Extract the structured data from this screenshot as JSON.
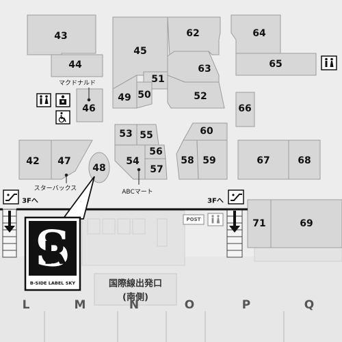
{
  "shops": {
    "s42": "42",
    "s43": "43",
    "s44": "44",
    "s45": "45",
    "s46": "46",
    "s47": "47",
    "s48": "48",
    "s49": "49",
    "s50": "50",
    "s51": "51",
    "s52": "52",
    "s53": "53",
    "s54": "54",
    "s55": "55",
    "s56": "56",
    "s57": "57",
    "s58": "58",
    "s59": "59",
    "s60": "60",
    "s62": "62",
    "s63": "63",
    "s64": "64",
    "s65": "65",
    "s66": "66",
    "s67": "67",
    "s68": "68",
    "s69": "69",
    "s71": "71"
  },
  "labels": {
    "mcdonalds": "マクドナルド",
    "starbucks": "スターバックス",
    "abc_mart": "ABCマート",
    "escalator_left": "3Fへ",
    "escalator_right": "3Fへ",
    "post": "POST"
  },
  "brand": {
    "text": "B-SIDE LABEL SKY"
  },
  "exit": {
    "line1": "国際線出発口",
    "line2": "(南側)"
  },
  "grid_columns": [
    "L",
    "M",
    "N",
    "O",
    "P",
    "Q"
  ],
  "icons": [
    "restroom-icon",
    "baby-room-icon",
    "accessible-restroom-icon",
    "escalator-icon",
    "down-arrow-icon"
  ],
  "colors": {
    "shop": "#d7d7d7",
    "shop_border": "#9c9c9c",
    "walkway": "#ededed",
    "logo_band": "#000000"
  }
}
